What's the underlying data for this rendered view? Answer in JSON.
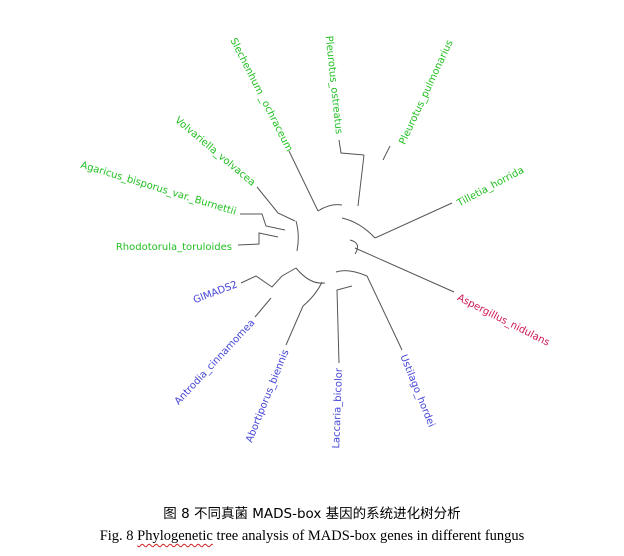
{
  "colors": {
    "green": "#22c022",
    "blue": "#4545d8",
    "red": "#cc1650",
    "branch": "#555555"
  },
  "leaves": [
    {
      "name": "Slechenhum _ochraceum",
      "color": "green"
    },
    {
      "name": "Pleurotus_ostreatus",
      "color": "green"
    },
    {
      "name": "Pleurotus_pulmonarius",
      "color": "green"
    },
    {
      "name": "Tilletia_horrida",
      "color": "green"
    },
    {
      "name": "Aspergillus_nidulans",
      "color": "red"
    },
    {
      "name": "Ustilago_hordei",
      "color": "blue"
    },
    {
      "name": "Laccaria_bicolor",
      "color": "blue"
    },
    {
      "name": "Abortiporus_biennis",
      "color": "blue"
    },
    {
      "name": "Antrodia_cinnamomea",
      "color": "blue"
    },
    {
      "name": "GlMADS2",
      "color": "blue"
    },
    {
      "name": "Rhodotorula_toruloides",
      "color": "green"
    },
    {
      "name": "Agaricus_bisporus_var._Burnettii",
      "color": "green"
    },
    {
      "name": "Volvariella_volvacea",
      "color": "green"
    }
  ],
  "caption": {
    "cn": "图 8  不同真菌 MADS-box 基因的系统进化树分析",
    "en_prefix": "Fig. 8 ",
    "en_underlined": "Phylogenetic",
    "en_rest": " tree analysis of MADS-box genes in different fungus"
  }
}
